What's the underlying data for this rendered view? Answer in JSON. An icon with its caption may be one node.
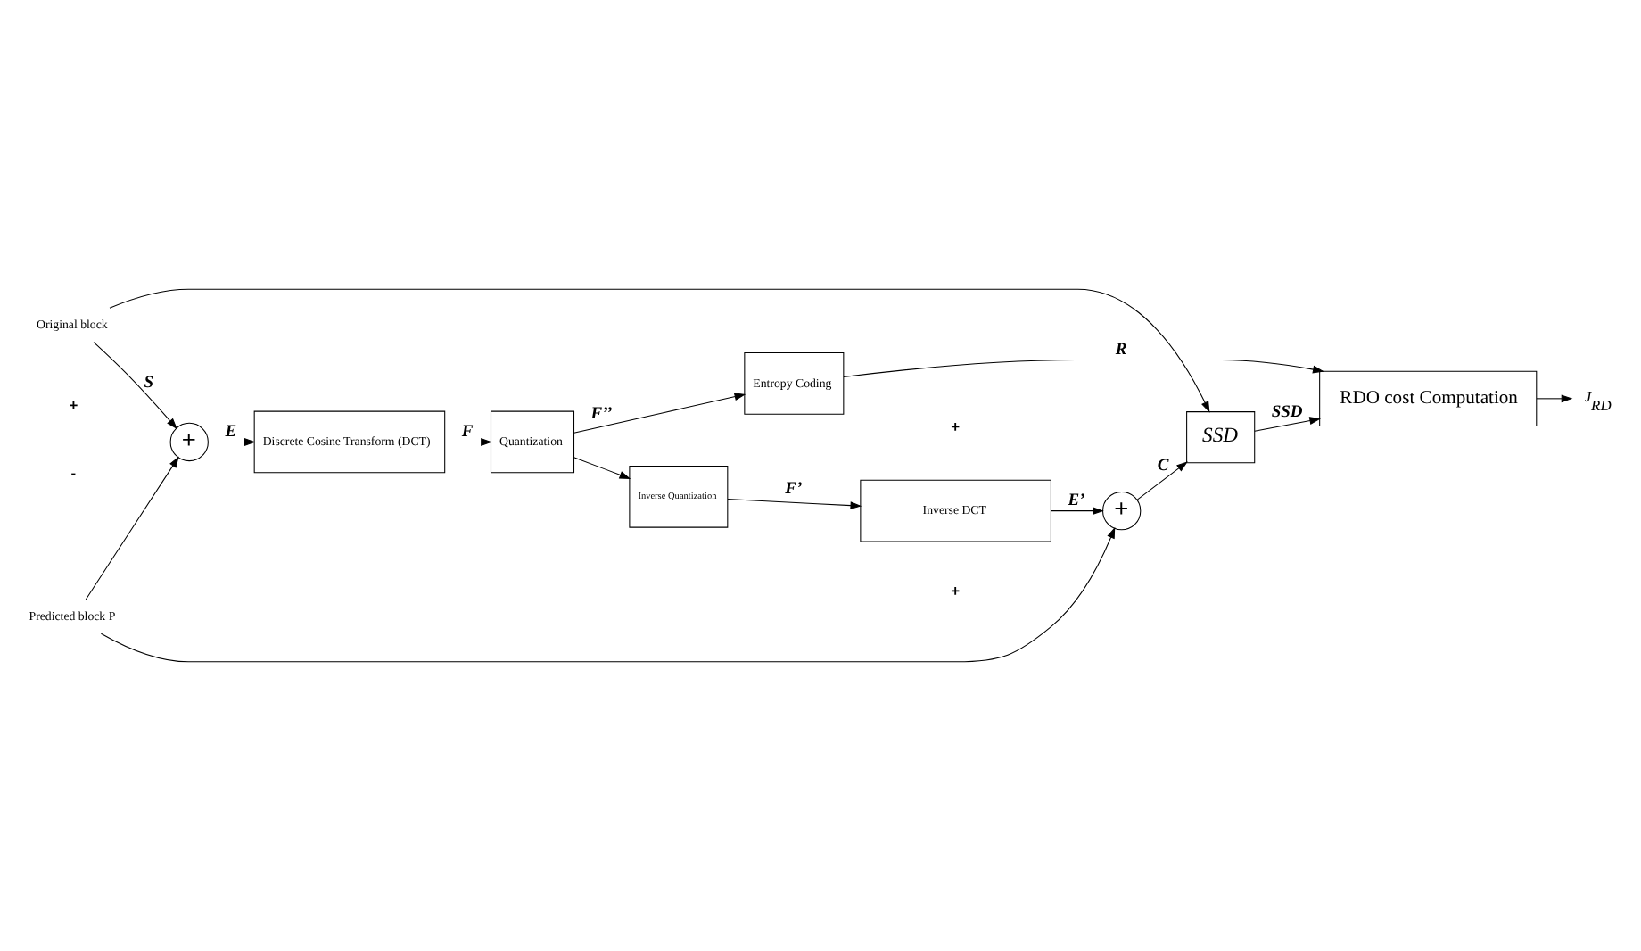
{
  "diagram": {
    "nodes": [
      {
        "text": [
          "Original block"
        ]
      },
      {
        "text": [
          "+"
        ]
      },
      {
        "text": [
          "Discrete Cosine Transform (DCT)"
        ]
      },
      {
        "text": [
          "Quantization"
        ]
      },
      {
        "text": [
          "Entropy Coding"
        ]
      },
      {
        "text": [
          "SSD"
        ]
      },
      {
        "text": [
          "Predicted block P"
        ]
      },
      {
        "text": [
          "+"
        ]
      },
      {
        "text": [
          "Inverse DCT"
        ]
      },
      {
        "text": [
          "Inverse Quantization"
        ]
      },
      {
        "text": [
          "RDO cost Computation"
        ]
      },
      {
        "text": [
          "J$_{RD}$"
        ]
      }
    ],
    "edges": [
      {
        "from": 0,
        "to": 1,
        "arrow": "to",
        "label": "S"
      },
      {
        "from": 0,
        "to": 5,
        "arrow": "to"
      },
      {
        "from": 6,
        "to": 1,
        "arrow": "to"
      },
      {
        "from": 1,
        "to": 2,
        "arrow": "to",
        "label": "E"
      },
      {
        "from": 2,
        "to": 3,
        "arrow": "to",
        "label": "F"
      },
      {
        "from": 3,
        "to": 4,
        "arrow": "to",
        "label": "F’’"
      },
      {
        "from": 3,
        "to": 9,
        "arrow": "to"
      },
      {
        "from": 9,
        "to": 8,
        "arrow": "to",
        "label": "F’"
      },
      {
        "from": 8,
        "to": 7,
        "arrow": "to",
        "label": "E’"
      },
      {
        "from": 6,
        "to": 7,
        "arrow": "to"
      },
      {
        "from": 7,
        "to": 5,
        "arrow": "to",
        "label": "C"
      },
      {
        "from": 5,
        "to": 10,
        "arrow": "to",
        "label": "SSD"
      },
      {
        "from": 4,
        "to": 10,
        "arrow": "to",
        "label": "R"
      },
      {
        "from": 10,
        "to": 11,
        "arrow": "to"
      }
    ],
    "labels": [
      "+",
      "-",
      "+",
      "+"
    ]
  }
}
